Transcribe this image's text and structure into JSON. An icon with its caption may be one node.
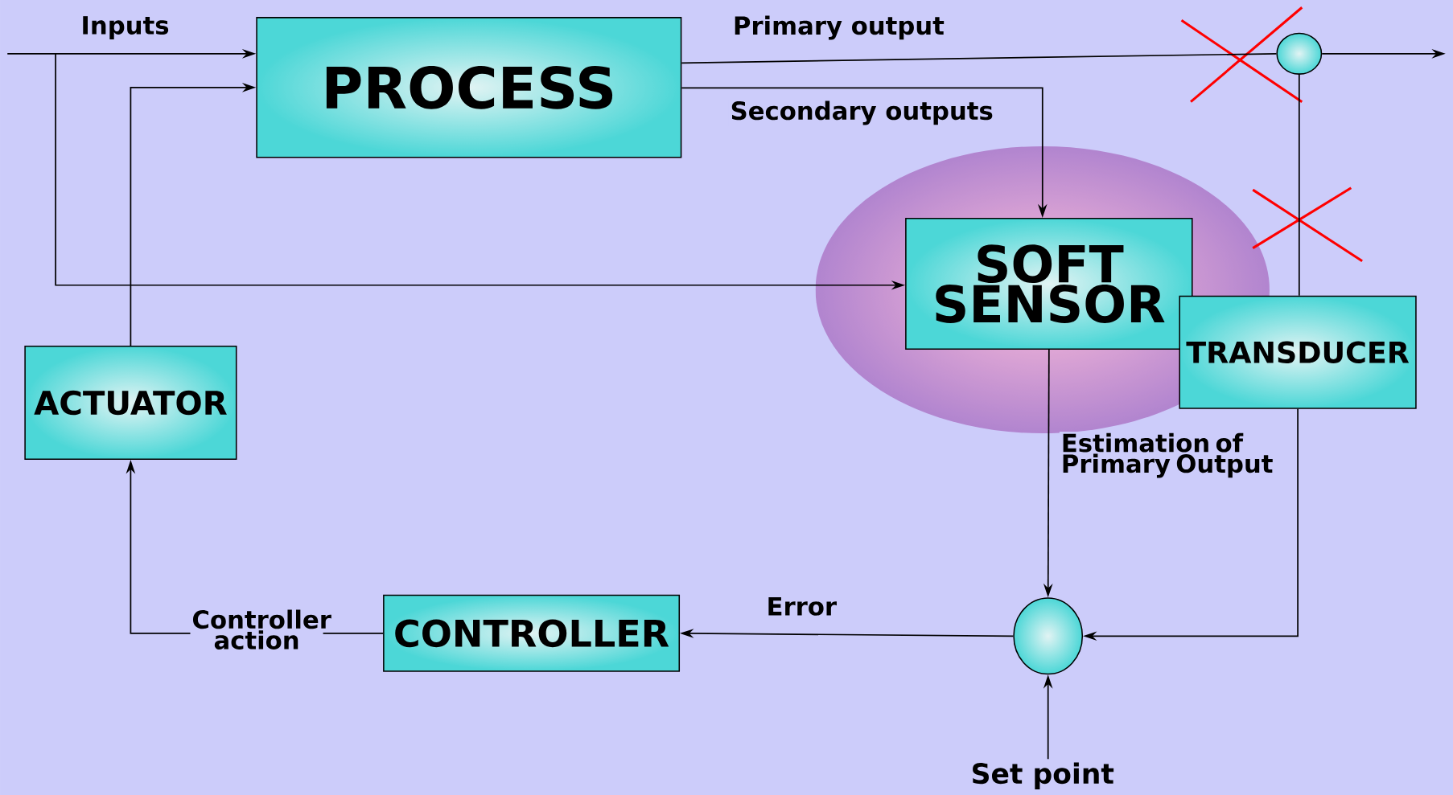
{
  "diagram": {
    "nodes": [
      {
        "text": [
          "PROCESS"
        ]
      },
      {
        "text": [],
        "shape": "circle"
      },
      {
        "text": [
          "SOFT SENSOR"
        ]
      },
      {
        "text": [
          "TRANSDUCER"
        ]
      },
      {
        "text": [
          "ACTUATOR"
        ]
      },
      {
        "text": [
          "CONTROLLER"
        ]
      },
      {
        "text": [],
        "shape": "circle"
      },
      {
        "text": [
          "Set point"
        ]
      }
    ],
    "edges": [
      {
        "from": null,
        "to": 0,
        "arrow": "to",
        "label": "Inputs"
      },
      {
        "from": null,
        "to": 2,
        "arrow": "to"
      },
      {
        "from": 0,
        "to": 1,
        "arrow": "none",
        "label": "Primary output"
      },
      {
        "from": 1,
        "to": null,
        "arrow": "to"
      },
      {
        "from": 0,
        "to": 2,
        "arrow": "to",
        "label": "Secondary outputs"
      },
      {
        "from": 1,
        "to": 3,
        "arrow": "none"
      },
      {
        "from": 3,
        "to": 6,
        "arrow": "to"
      },
      {
        "from": 2,
        "to": 6,
        "arrow": "to",
        "label": "Estimation of Primary Output"
      },
      {
        "from": 6,
        "to": 5,
        "arrow": "to",
        "label": "Error"
      },
      {
        "from": 5,
        "to": 4,
        "arrow": "to",
        "label": "Controller action"
      },
      {
        "from": 4,
        "to": 0,
        "arrow": "to"
      },
      {
        "from": 7,
        "to": 6,
        "arrow": "to"
      }
    ]
  }
}
